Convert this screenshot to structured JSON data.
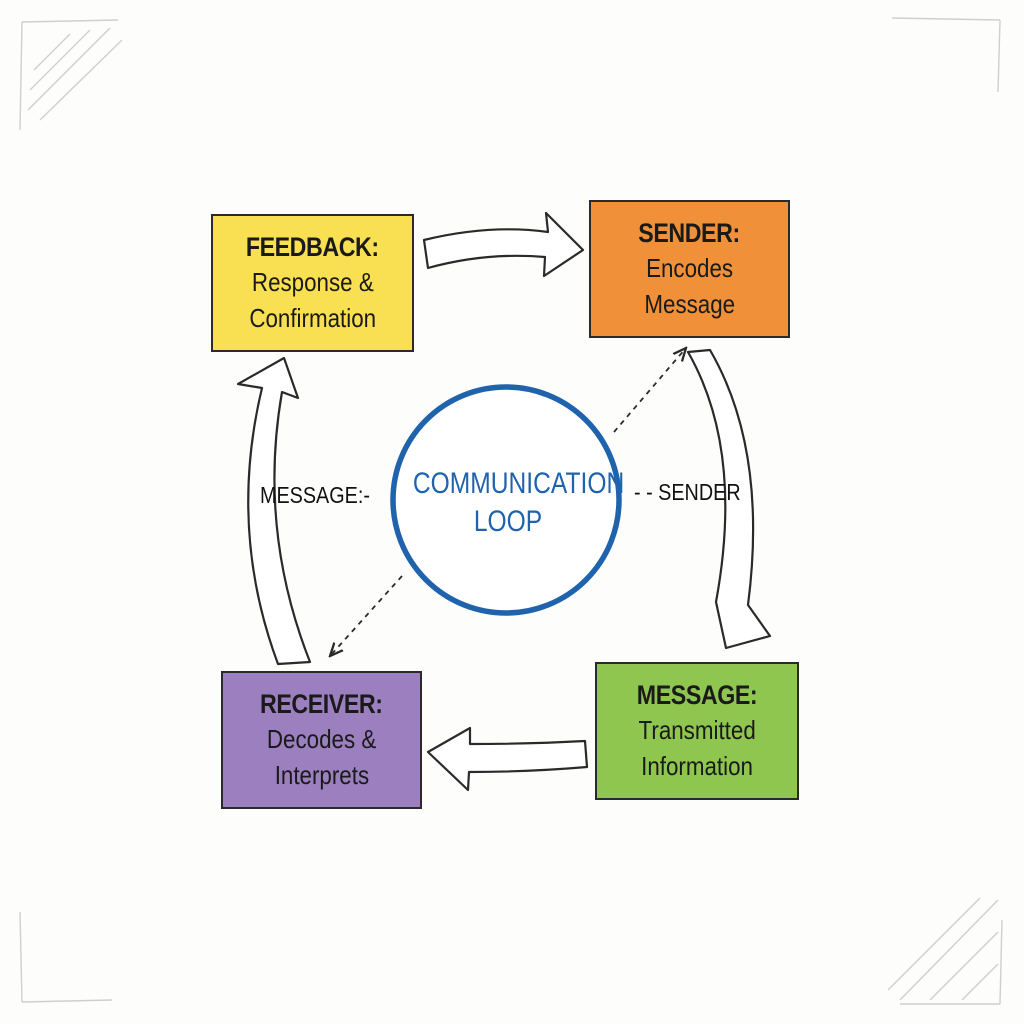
{
  "colors": {
    "feedback": "#f8e052",
    "sender": "#f0913a",
    "message": "#8ec650",
    "receiver": "#9b7fbe",
    "loop": "#1f63ad",
    "line": "#2a2a2a"
  },
  "boxes": {
    "feedback": {
      "title": "FEEDBACK:",
      "line1": "Response &",
      "line2": "Confirmation"
    },
    "sender": {
      "title": "SENDER:",
      "line1": "Encodes",
      "line2": "Message"
    },
    "message": {
      "title": "MESSAGE:",
      "line1": "Transmitted",
      "line2": "Information"
    },
    "receiver": {
      "title": "RECEIVER:",
      "line1": "Decodes &",
      "line2": "Interprets"
    }
  },
  "center": {
    "line1": "COMMUNICATION",
    "line2": "LOOP"
  },
  "side_labels": {
    "left": "MESSAGE:-",
    "right": "- - SENDER"
  }
}
